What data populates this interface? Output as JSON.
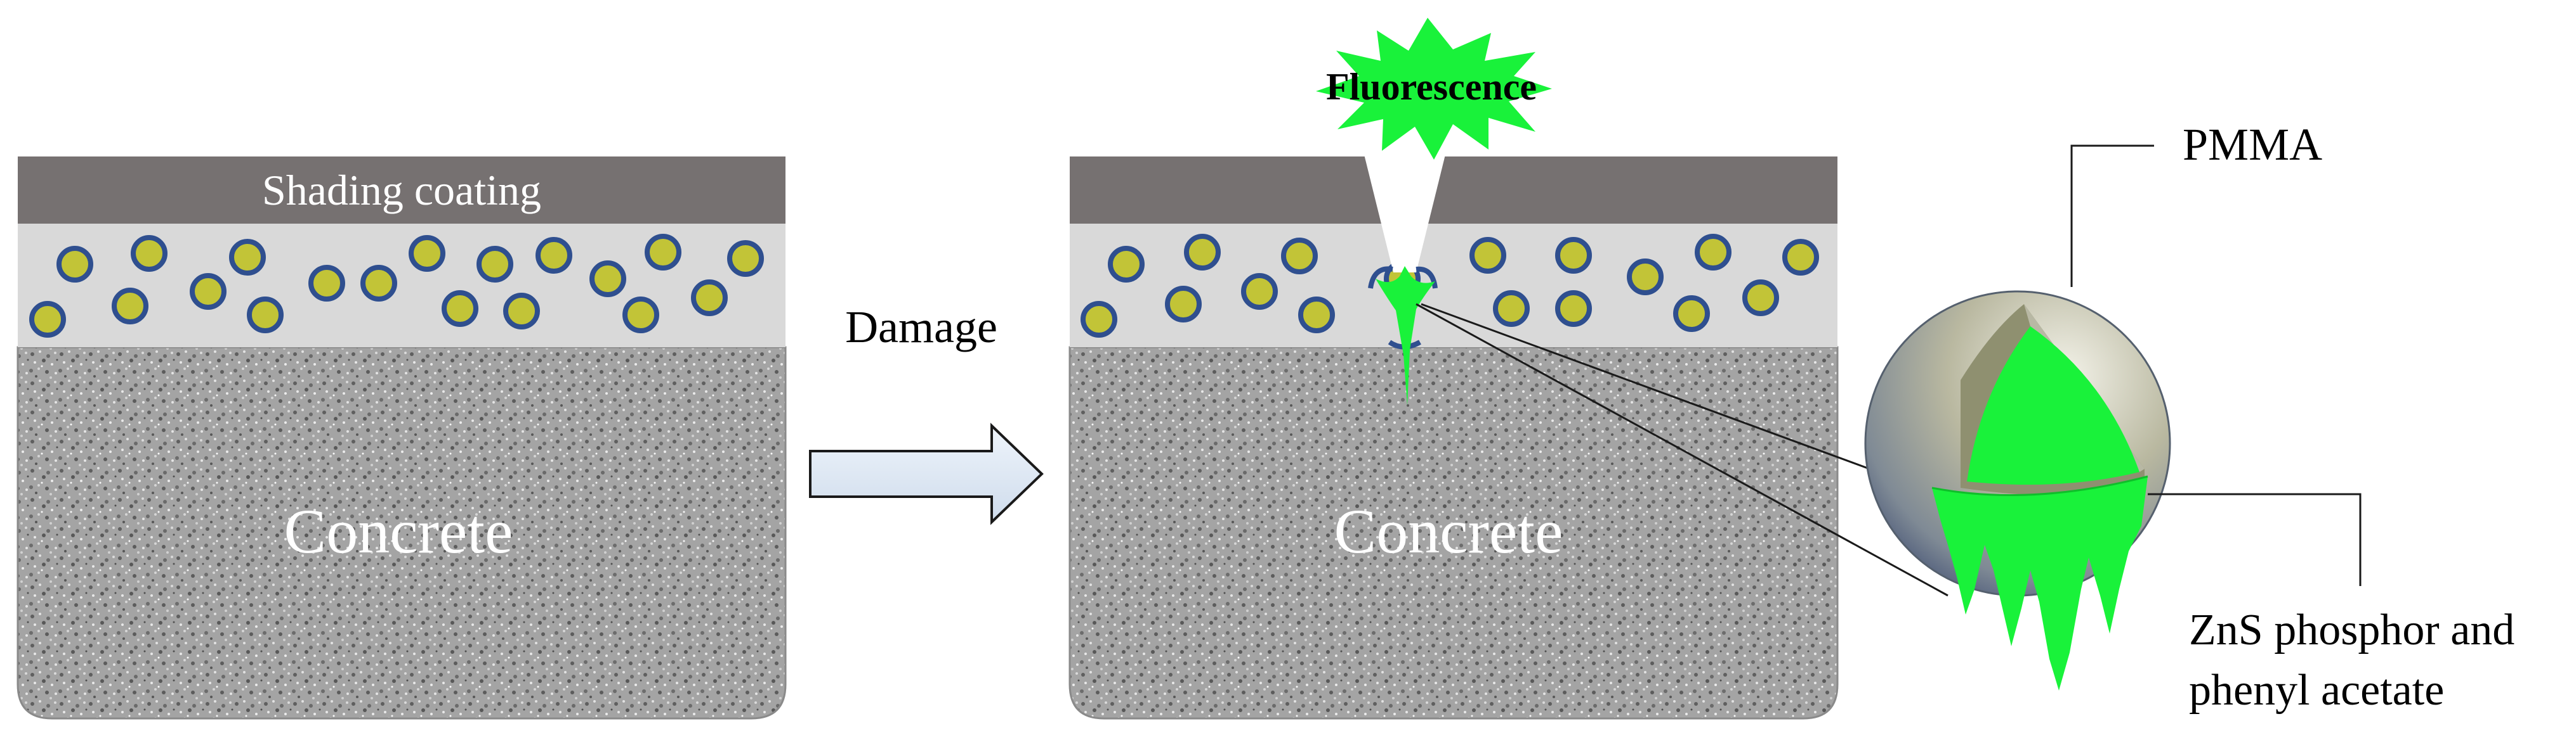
{
  "labels": {
    "shading_coating": "Shading coating",
    "concrete_left": "Concrete",
    "concrete_right": "Concrete",
    "damage": "Damage",
    "fluorescence": "Fluorescence",
    "pmma": "PMMA",
    "zns_line1": "ZnS phosphor and",
    "zns_line2": "phenyl acetate"
  },
  "colors": {
    "coating": "#767171",
    "capsule_layer": "#d9d9d9",
    "capsule_fill": "#c2c437",
    "capsule_ring": "#2f4f8f",
    "concrete": "#9a9a9a",
    "fluorescent_green": "#19f23a",
    "arrow_fill": "#dfe9f5",
    "shell": "#a3a48f"
  }
}
